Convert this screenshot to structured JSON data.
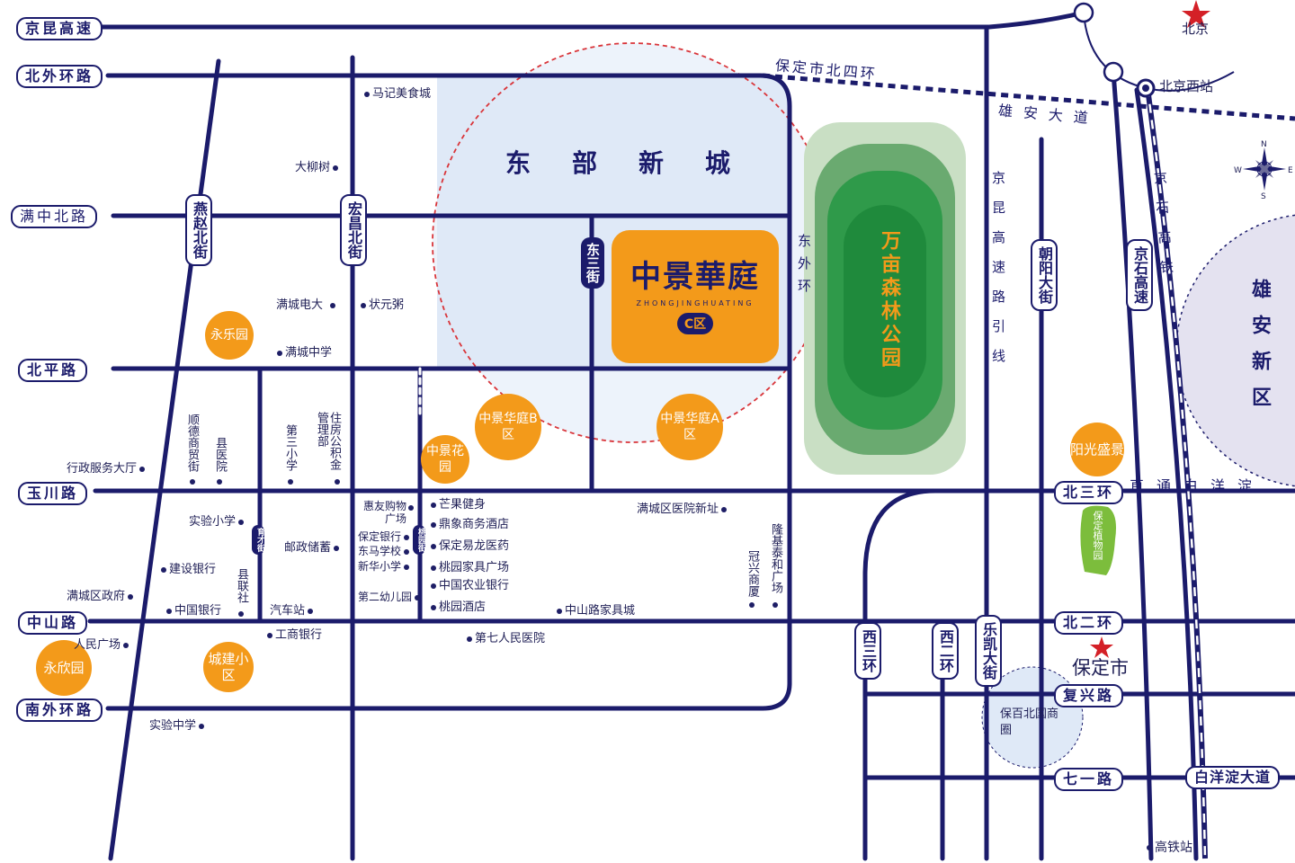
{
  "colors": {
    "road": "#1b1b6b",
    "accent": "#f39a1a",
    "park_green": "#2f9a4a",
    "district_fill": "#dfe9f7",
    "dashed_circle": "#d9353a",
    "xiongan_fill": "#e4e2f0"
  },
  "roads": {
    "jingkun": "京昆高速",
    "beiwaihuan": "北外环路",
    "manzhongbei": "满中北路",
    "beiping": "北平路",
    "yuchuan": "玉川路",
    "zhongshan": "中山路",
    "nanwaihuan": "南外环路",
    "yanzhaobei": "燕赵北街",
    "hongchangbei": "宏昌北街",
    "dongsan": "东三街",
    "dongwaihuan": "东外环",
    "baoding_beisi": "保定市北四环",
    "xiongan_avenue": "雄安大道",
    "jingkun_yinxian": "京昆高速路引线",
    "chaoyang": "朝阳大街",
    "jingshi_highway": "京石高速",
    "jingshi_rail": "京石高铁",
    "beisan": "北三环",
    "zhitong": "直通白洋淀",
    "beier": "北二环",
    "fuxing": "复兴路",
    "qiyi": "七一路",
    "baiyangdian": "白洋淀大道",
    "xisan": "西三环",
    "xier": "西二环",
    "lekai": "乐凯大街",
    "yucai": "育才街",
    "taoyuan": "桃园街"
  },
  "district_name": "东部新城",
  "project": {
    "name": "中景華庭",
    "pinyin": "ZHONGJINGHUATING",
    "zone": "C区"
  },
  "park": "万亩森林公园",
  "xiongan_area": "雄安新区",
  "cities": {
    "beijing": "北京",
    "beijing_west": "北京西站",
    "baoding": "保定市",
    "hsr_station": "高铁站"
  },
  "compass": [
    "N",
    "E",
    "S",
    "W"
  ],
  "orange_pois": {
    "yongle": "永乐园",
    "zjB": "中景华庭B区",
    "zjA": "中景华庭A区",
    "zjgarden": "中景花园",
    "yangguang": "阳光盛景",
    "yongxin": "永欣园",
    "chengjian": "城建小区"
  },
  "botanical": "保定植物园",
  "baobai": "保百北国商圈",
  "pois": {
    "maji": "马记美食城",
    "daliushu": "大柳树",
    "mancheng_power": "满城电大",
    "zhuangyuan": "状元粥",
    "mancheng_middle": "满城中学",
    "xingzheng": "行政服务大厅",
    "shunde": "顺德商贸街",
    "xianyiyuan": "县医院",
    "disan_xiaoxue": "第三小学",
    "zhufang": "住房公积金管理部",
    "shiyan_xiaoxue": "实验小学",
    "youzheng": "邮政储蓄",
    "jianshe_bank": "建设银行",
    "xianlianshe": "县联社",
    "mancheng_gov": "满城区政府",
    "zhongguo_bank": "中国银行",
    "qichezhan": "汽车站",
    "gongshang_bank": "工商银行",
    "renmin_square": "人民广场",
    "shiyan_middle": "实验中学",
    "huiyou": "惠友购物广场",
    "baoding_bank": "保定银行",
    "dongma_school": "东马学校",
    "xinhua_school": "新华小学",
    "kindergarten2": "第二幼儿园",
    "mangguo": "芒果健身",
    "dingxiang": "鼎象商务酒店",
    "yilong": "保定易龙医药",
    "taoyuan_furniture": "桃园家具广场",
    "agri_bank": "中国农业银行",
    "taoyuan_hotel": "桃园酒店",
    "hospital7": "第七人民医院",
    "zhongshan_furniture": "中山路家具城",
    "hospital_new": "满城区医院新址",
    "guanxing": "冠兴商厦",
    "longji": "隆基泰和广场"
  }
}
